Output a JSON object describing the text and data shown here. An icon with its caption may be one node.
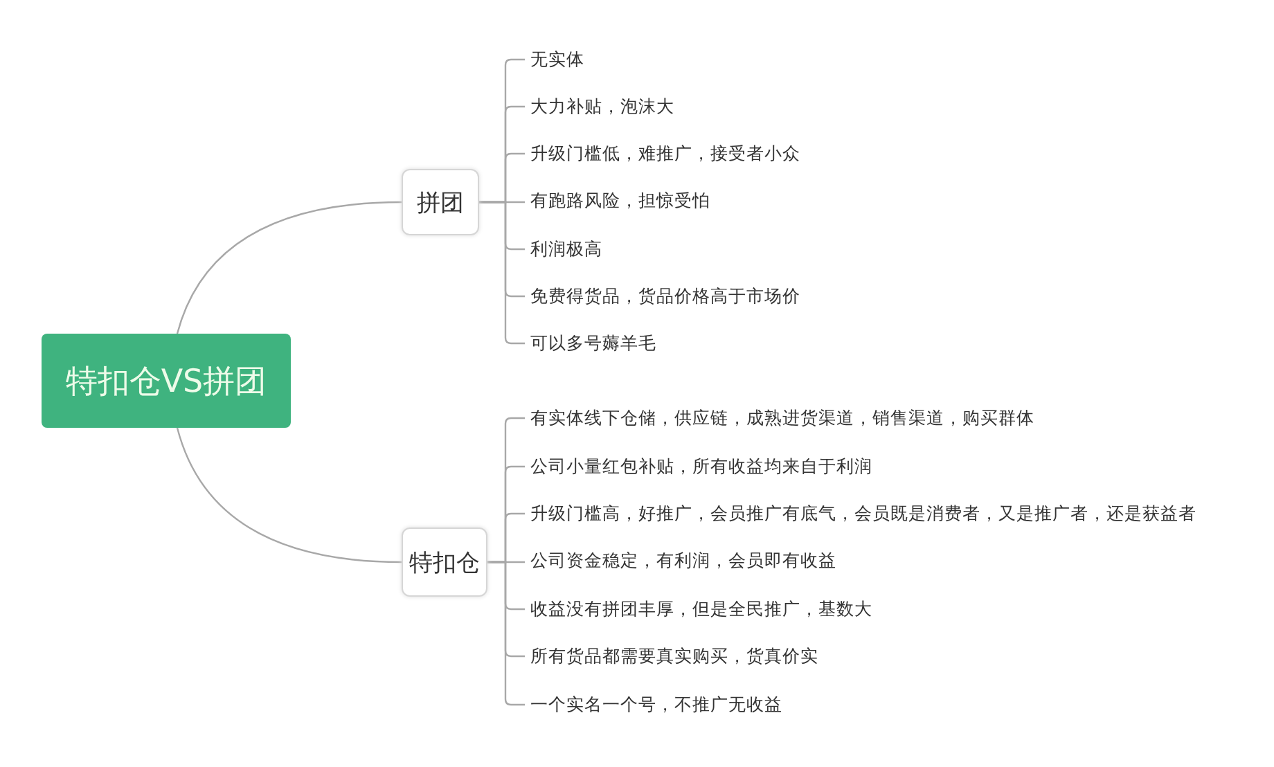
{
  "diagram": {
    "nodes": [
      {
        "text": [
          "特扣仓VS拼团"
        ]
      },
      {
        "text": [
          "拼团"
        ]
      },
      {
        "text": [
          "特扣仓"
        ]
      },
      {
        "text": [
          "无实体"
        ]
      },
      {
        "text": [
          "大力补贴，泡沫大"
        ]
      },
      {
        "text": [
          "升级门槛低，难推广，接受者小众"
        ]
      },
      {
        "text": [
          "有跑路风险，担惊受怕"
        ]
      },
      {
        "text": [
          "利润极高"
        ]
      },
      {
        "text": [
          "免费得货品，货品价格高于市场价"
        ]
      },
      {
        "text": [
          "可以多号薅羊毛"
        ]
      },
      {
        "text": [
          "有实体线下仓储，供应链，成熟进货渠道，销售渠道，购买群体"
        ]
      },
      {
        "text": [
          "公司小量红包补贴，所有收益均来自于利润"
        ]
      },
      {
        "text": [
          "升级门槛高，好推广，会员推广有底气，会员既是消费者，又是推广者，还是获益者"
        ]
      },
      {
        "text": [
          "公司资金稳定，有利润，会员即有收益"
        ]
      },
      {
        "text": [
          "收益没有拼团丰厚，但是全民推广，基数大"
        ]
      },
      {
        "text": [
          "所有货品都需要真实购买，货真价实"
        ]
      },
      {
        "text": [
          "一个实名一个号，不推广无收益"
        ]
      }
    ],
    "edges": [
      {
        "from": 0,
        "to": 1,
        "arrow": "none"
      },
      {
        "from": 0,
        "to": 2,
        "arrow": "none"
      },
      {
        "from": 1,
        "to": 3,
        "arrow": "none"
      },
      {
        "from": 1,
        "to": 4,
        "arrow": "none"
      },
      {
        "from": 1,
        "to": 5,
        "arrow": "none"
      },
      {
        "from": 1,
        "to": 6,
        "arrow": "none"
      },
      {
        "from": 1,
        "to": 7,
        "arrow": "none"
      },
      {
        "from": 1,
        "to": 8,
        "arrow": "none"
      },
      {
        "from": 1,
        "to": 9,
        "arrow": "none"
      },
      {
        "from": 2,
        "to": 10,
        "arrow": "none"
      },
      {
        "from": 2,
        "to": 11,
        "arrow": "none"
      },
      {
        "from": 2,
        "to": 12,
        "arrow": "none"
      },
      {
        "from": 2,
        "to": 13,
        "arrow": "none"
      },
      {
        "from": 2,
        "to": 14,
        "arrow": "none"
      },
      {
        "from": 2,
        "to": 15,
        "arrow": "none"
      },
      {
        "from": 2,
        "to": 16,
        "arrow": "none"
      }
    ]
  }
}
